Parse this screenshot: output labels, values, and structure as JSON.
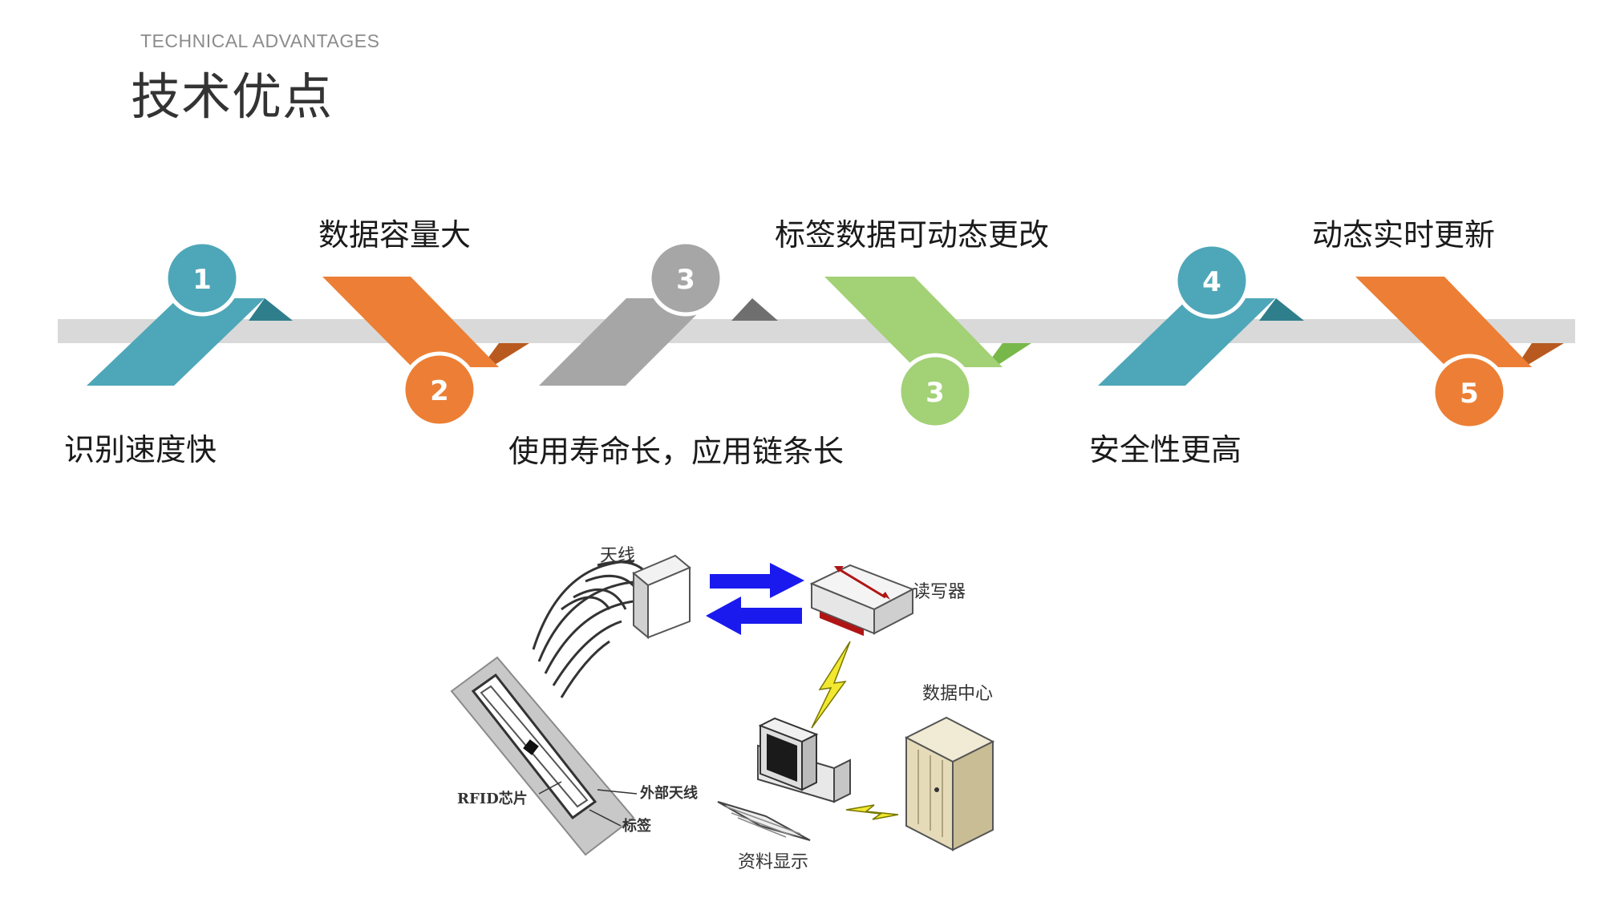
{
  "header": {
    "subtitle": "TECHNICAL ADVANTAGES",
    "title": "技术优点"
  },
  "colors": {
    "teal": "#4ea7b8",
    "orange": "#ec7f35",
    "gray": "#a6a6a6",
    "green": "#a3d176",
    "band": "#d9d9d9"
  },
  "steps": [
    {
      "num": "1",
      "label": "识别速度快"
    },
    {
      "num": "2",
      "label": "数据容量大"
    },
    {
      "num": "3",
      "label": "使用寿命长，应用链条长"
    },
    {
      "num": "3",
      "label": "标签数据可动态更改"
    },
    {
      "num": "4",
      "label": "安全性更高"
    },
    {
      "num": "5",
      "label": "动态实时更新"
    }
  ],
  "rfid_diagram": {
    "antenna": "天线",
    "reader": "读写器",
    "data_center": "数据中心",
    "chip": "RFID芯片",
    "external_antenna": "外部天线",
    "tag": "标签",
    "display": "资料显示"
  }
}
